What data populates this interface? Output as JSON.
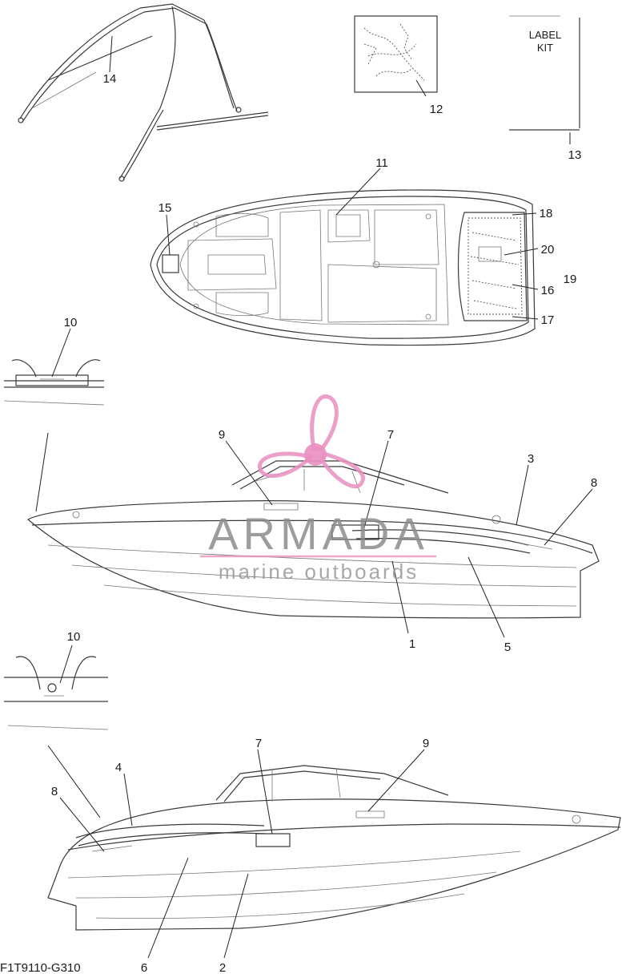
{
  "diagram": {
    "drawing_code": "F1T9110-G310",
    "label_kit": {
      "line1": "LABEL",
      "line2": "KIT"
    },
    "callouts": [
      "1",
      "2",
      "3",
      "4",
      "5",
      "6",
      "7",
      "8",
      "9",
      "10",
      "11",
      "12",
      "13",
      "14",
      "15",
      "16",
      "17",
      "18",
      "19",
      "20"
    ]
  },
  "watermark": {
    "brand": "ARMADA",
    "tagline": "marine outboards",
    "logo_color": "#e98fc0"
  }
}
